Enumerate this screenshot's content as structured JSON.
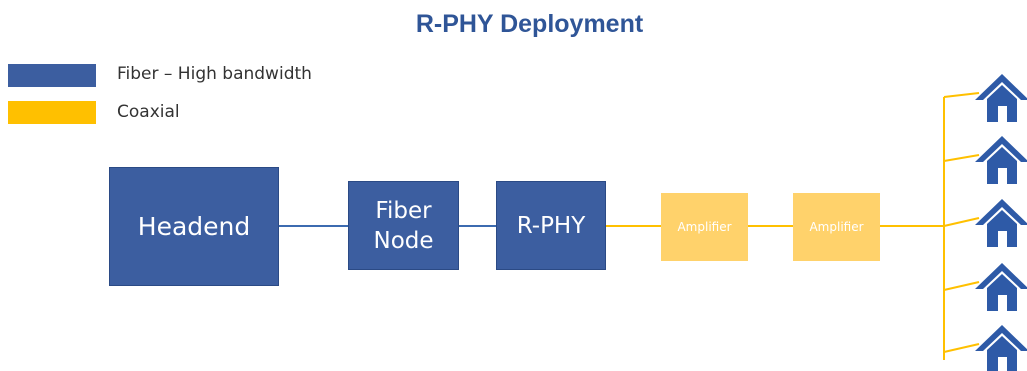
{
  "title": "R-PHY Deployment",
  "colors": {
    "fiber": "#3c5ea0",
    "coax": "#ffc000",
    "amplifier": "#ffd26b",
    "title": "#2f5597",
    "house": "#2e5aa7"
  },
  "legend": [
    {
      "label": "Fiber – High bandwidth",
      "color": "#3c5ea0"
    },
    {
      "label": "Coaxial",
      "color": "#ffc000"
    }
  ],
  "nodes": {
    "headend": "Headend",
    "fiber_node_line1": "Fiber",
    "fiber_node_line2": "Node",
    "rphy": "R-PHY",
    "amplifier1": "Amplifier",
    "amplifier2": "Amplifier"
  },
  "icons": {
    "house": "house-icon"
  }
}
